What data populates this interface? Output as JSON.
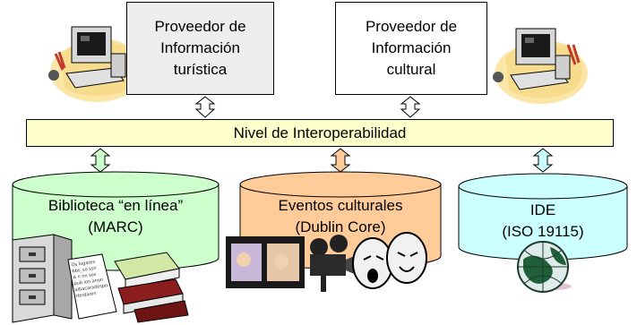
{
  "providers": [
    {
      "line1": "Proveedor de",
      "line2": "Información",
      "line3": "turística"
    },
    {
      "line1": "Proveedor de",
      "line2": "Información",
      "line3": "cultural"
    }
  ],
  "interop_label": "Nivel de Interoperabilidad",
  "repositories": [
    {
      "line1": "Biblioteca “en línea”",
      "line2": "(MARC)",
      "color": "#ccffcc"
    },
    {
      "line1": "Eventos culturales",
      "line2": "(Dublin Core)",
      "color": "#ffcc99"
    },
    {
      "line1": "IDE",
      "line2": "(ISO 19115)",
      "color": "#ccffff"
    }
  ],
  "catalog_card_text": [
    "Os lugares",
    "bbs_so  ssn",
    "A  n  nn  sox",
    "pub.ion  anon",
    "albacaradespo.",
    "Herdaren"
  ],
  "colors": {
    "interop_fill": "#ffffcc",
    "arrow_gray": "#ffffff",
    "arrow_green": "#ccffcc",
    "arrow_orange": "#ffcc99",
    "arrow_cyan": "#ccffff"
  }
}
